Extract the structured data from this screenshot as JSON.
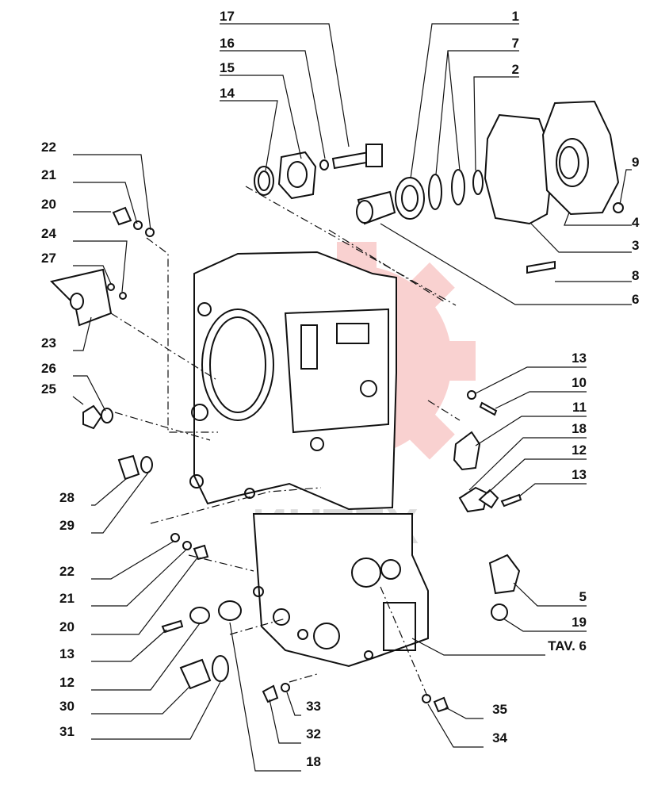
{
  "drawing": {
    "watermark_text": "ИНТЕХ",
    "watermark_color": "#e5342e",
    "line_color": "#111111"
  },
  "callouts": [
    {
      "id": "c17",
      "text": "17"
    },
    {
      "id": "c16",
      "text": "16"
    },
    {
      "id": "c15",
      "text": "15"
    },
    {
      "id": "c14",
      "text": "14"
    },
    {
      "id": "c1",
      "text": "1"
    },
    {
      "id": "c7",
      "text": "7"
    },
    {
      "id": "c2",
      "text": "2"
    },
    {
      "id": "c22a",
      "text": "22"
    },
    {
      "id": "c21a",
      "text": "21"
    },
    {
      "id": "c20a",
      "text": "20"
    },
    {
      "id": "c24",
      "text": "24"
    },
    {
      "id": "c27",
      "text": "27"
    },
    {
      "id": "c23",
      "text": "23"
    },
    {
      "id": "c26",
      "text": "26"
    },
    {
      "id": "c25",
      "text": "25"
    },
    {
      "id": "c9",
      "text": "9"
    },
    {
      "id": "c4",
      "text": "4"
    },
    {
      "id": "c3",
      "text": "3"
    },
    {
      "id": "c8",
      "text": "8"
    },
    {
      "id": "c6",
      "text": "6"
    },
    {
      "id": "c13a",
      "text": "13"
    },
    {
      "id": "c10",
      "text": "10"
    },
    {
      "id": "c11",
      "text": "11"
    },
    {
      "id": "c18a",
      "text": "18"
    },
    {
      "id": "c12a",
      "text": "12"
    },
    {
      "id": "c13b",
      "text": "13"
    },
    {
      "id": "c28",
      "text": "28"
    },
    {
      "id": "c29",
      "text": "29"
    },
    {
      "id": "c22b",
      "text": "22"
    },
    {
      "id": "c21b",
      "text": "21"
    },
    {
      "id": "c20b",
      "text": "20"
    },
    {
      "id": "c13c",
      "text": "13"
    },
    {
      "id": "c12b",
      "text": "12"
    },
    {
      "id": "c30",
      "text": "30"
    },
    {
      "id": "c31",
      "text": "31"
    },
    {
      "id": "c5",
      "text": "5"
    },
    {
      "id": "c19",
      "text": "19"
    },
    {
      "id": "ctav",
      "text": "TAV. 6"
    },
    {
      "id": "c35",
      "text": "35"
    },
    {
      "id": "c33",
      "text": "33"
    },
    {
      "id": "c32",
      "text": "32"
    },
    {
      "id": "c34",
      "text": "34"
    },
    {
      "id": "c18b",
      "text": "18"
    }
  ]
}
